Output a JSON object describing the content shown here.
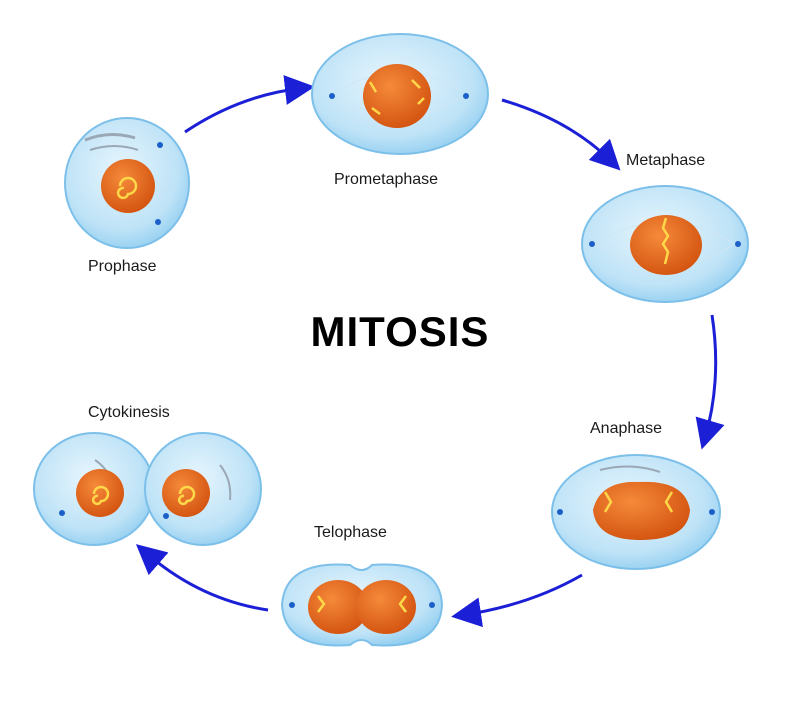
{
  "title": "MITOSIS",
  "phases": {
    "prophase": "Prophase",
    "prometaphase": "Prometaphase",
    "metaphase": "Metaphase",
    "anaphase": "Anaphase",
    "telophase": "Telophase",
    "cytokinesis": "Cytokinesis"
  },
  "colors": {
    "cell_fill": "#bfe3f7",
    "cell_edge": "#7cc0ea",
    "nucleus": "#e0651a",
    "chromosome": "#ffd84a",
    "arrow": "#1b1fd6"
  }
}
